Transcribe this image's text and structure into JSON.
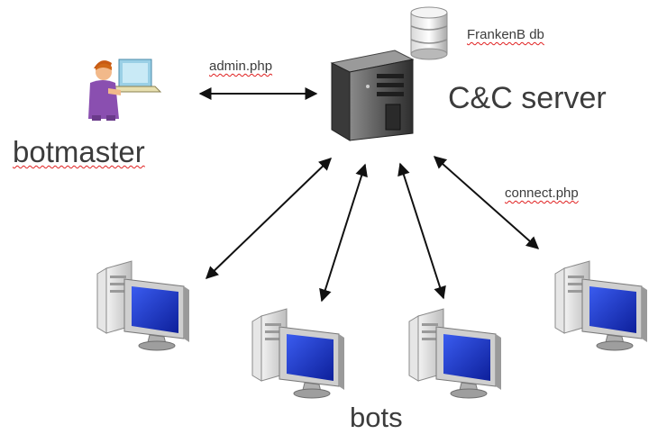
{
  "labels": {
    "database": "FrankenB db",
    "server": "C&C server",
    "botmaster": "botmaster",
    "admin_link": "admin.php",
    "connect_link": "connect.php",
    "bots": "bots"
  },
  "icons": {
    "database": "database-icon",
    "server": "server-tower-icon",
    "botmaster": "person-at-computer-icon",
    "bot": "desktop-computer-icon"
  },
  "colors": {
    "text": "#3c3c3c",
    "arrow": "#111111",
    "spellcheck_underline": "#e02020",
    "monitor_screen": "#1f3fd0",
    "computer_case": "#d9d9d9",
    "server_case": "#555555"
  }
}
